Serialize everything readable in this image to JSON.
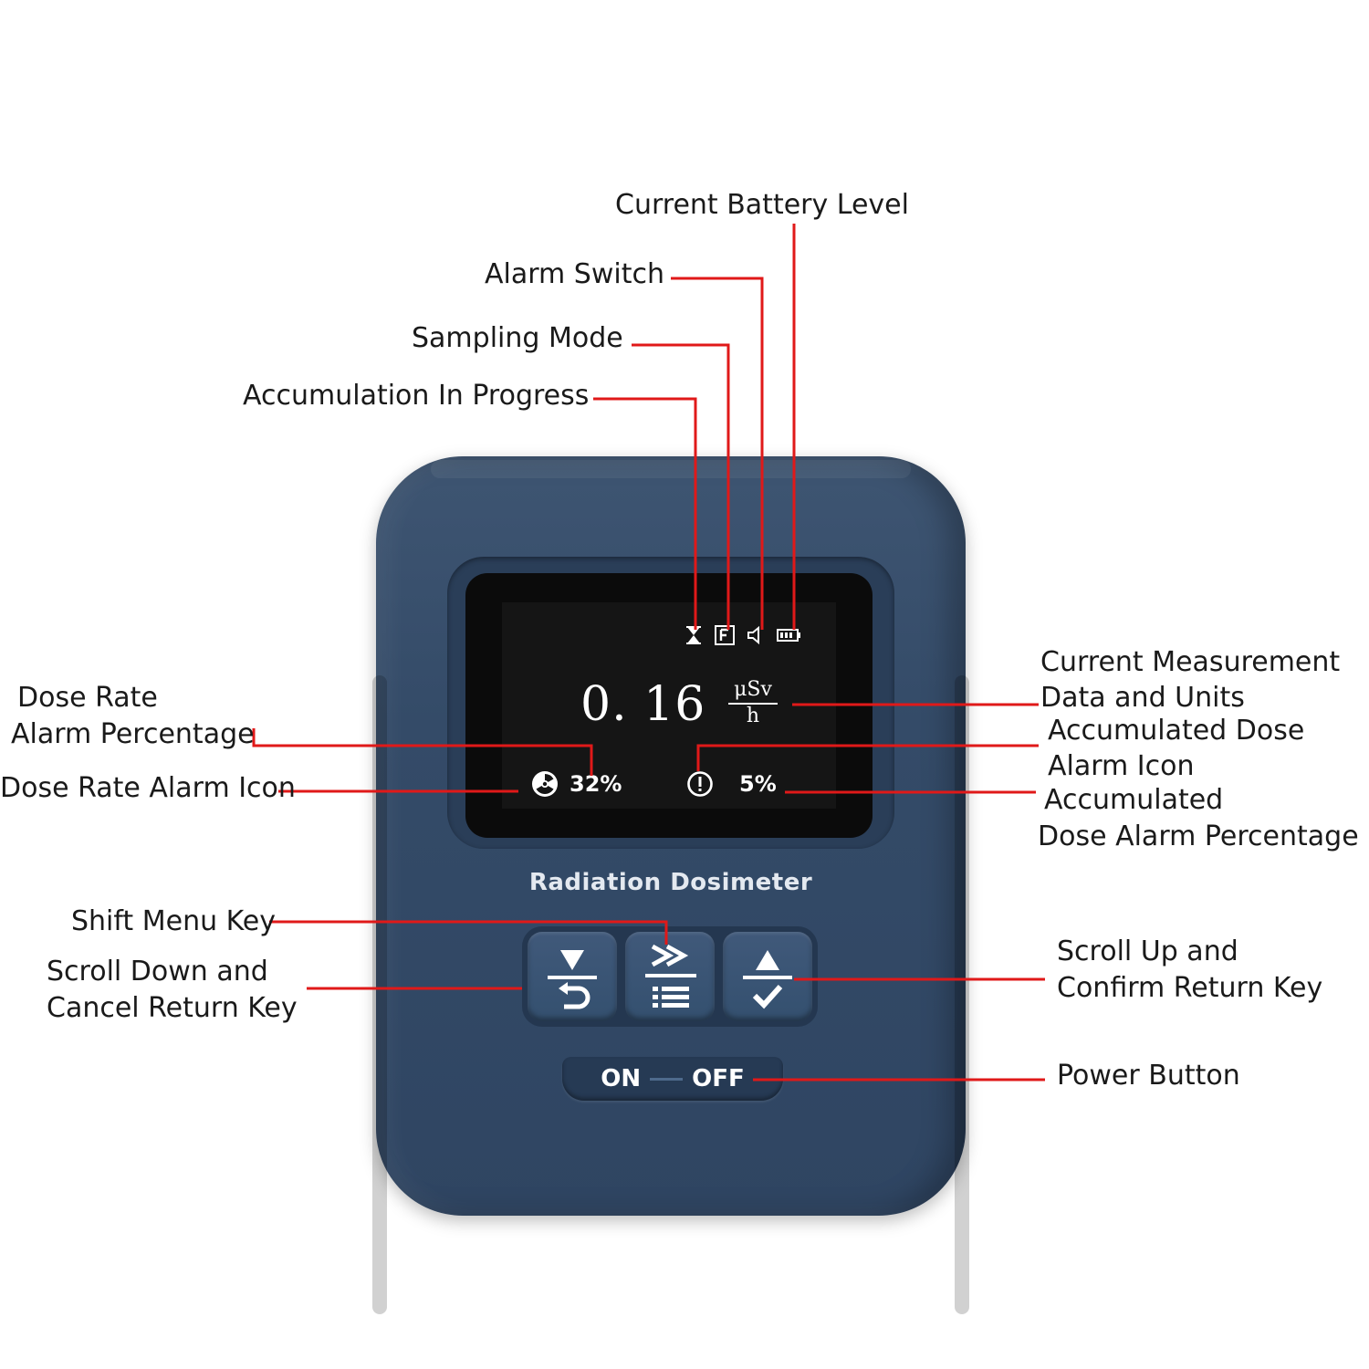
{
  "device": {
    "brand_label": "Radiation Dosimeter",
    "body_color": "#344b68"
  },
  "screen": {
    "reading_value": "0. 16",
    "unit_numerator": "μSv",
    "unit_denominator": "h",
    "dose_rate_alarm_percent": "32%",
    "accumulated_dose_alarm_percent": "5%",
    "status_icons": [
      "hourglass-icon",
      "f-mode-icon",
      "speaker-icon",
      "battery-icon"
    ],
    "alarm_icons": [
      "radiation-icon",
      "exclamation-icon"
    ]
  },
  "keys": [
    {
      "name": "scroll-down-cancel-key",
      "icons": [
        "down-triangle-icon",
        "return-icon"
      ]
    },
    {
      "name": "shift-menu-key",
      "icons": [
        "double-chevron-icon",
        "menu-list-icon"
      ]
    },
    {
      "name": "scroll-up-confirm-key",
      "icons": [
        "up-triangle-icon",
        "check-icon"
      ]
    }
  ],
  "power": {
    "on_label": "ON",
    "off_label": "OFF"
  },
  "callouts": {
    "battery": "Current Battery Level",
    "alarm_switch": "Alarm Switch",
    "sampling_mode": "Sampling Mode",
    "accumulation": "Accumulation In Progress",
    "dose_rate_pct_line1": "Dose Rate",
    "dose_rate_pct_line2": "Alarm Percentage",
    "dose_rate_icon": "Dose Rate Alarm Icon",
    "measurement_line1": "Current Measurement",
    "measurement_line2": "Data and Units",
    "acc_icon_line1": "Accumulated Dose",
    "acc_icon_line2": "Alarm Icon",
    "acc_pct_line1": "Accumulated",
    "acc_pct_line2": "Dose Alarm Percentage",
    "shift_menu": "Shift Menu Key",
    "scroll_down_line1": "Scroll Down and",
    "scroll_down_line2": "Cancel Return Key",
    "scroll_up_line1": "Scroll Up and",
    "scroll_up_line2": "Confirm Return Key",
    "power": "Power Button"
  },
  "colors": {
    "leader_line": "#e01919",
    "label_text": "#1a1a1a",
    "screen_text": "#ffffff"
  }
}
